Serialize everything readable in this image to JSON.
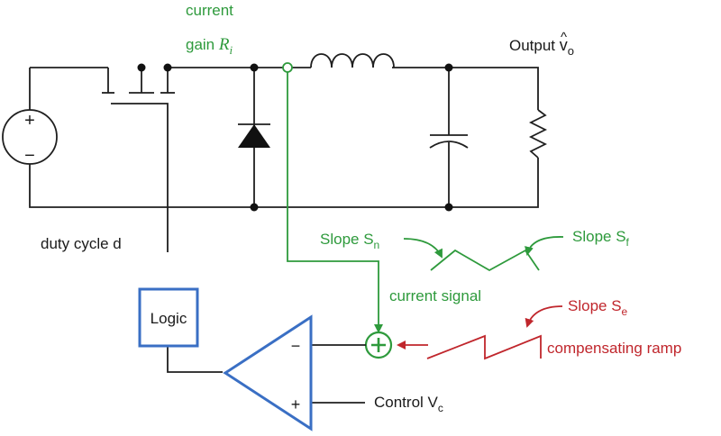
{
  "labels": {
    "current_gain_line1": "current",
    "current_gain_line2": "gain ",
    "current_gain_symbol": "R",
    "current_gain_sub": "i",
    "output_label": "Output ",
    "output_symbol": "v",
    "output_hat": "^",
    "output_sub": "o",
    "duty_cycle": "duty cycle d",
    "slope_sn": "Slope S",
    "slope_sn_sub": "n",
    "slope_sf": "Slope S",
    "slope_sf_sub": "f",
    "current_signal": "current signal",
    "slope_se": "Slope S",
    "slope_se_sub": "e",
    "compensating_ramp": "compensating ramp",
    "logic": "Logic",
    "control": "Control V",
    "control_sub": "c",
    "source_plus": "+",
    "source_minus": "−",
    "amp_minus": "−",
    "amp_plus": "+"
  },
  "colors": {
    "current_path": "#2e9a3c",
    "ramp_path": "#c0262c",
    "logic_comparator": "#3a6fc4",
    "circuit": "#1f1f1f"
  }
}
